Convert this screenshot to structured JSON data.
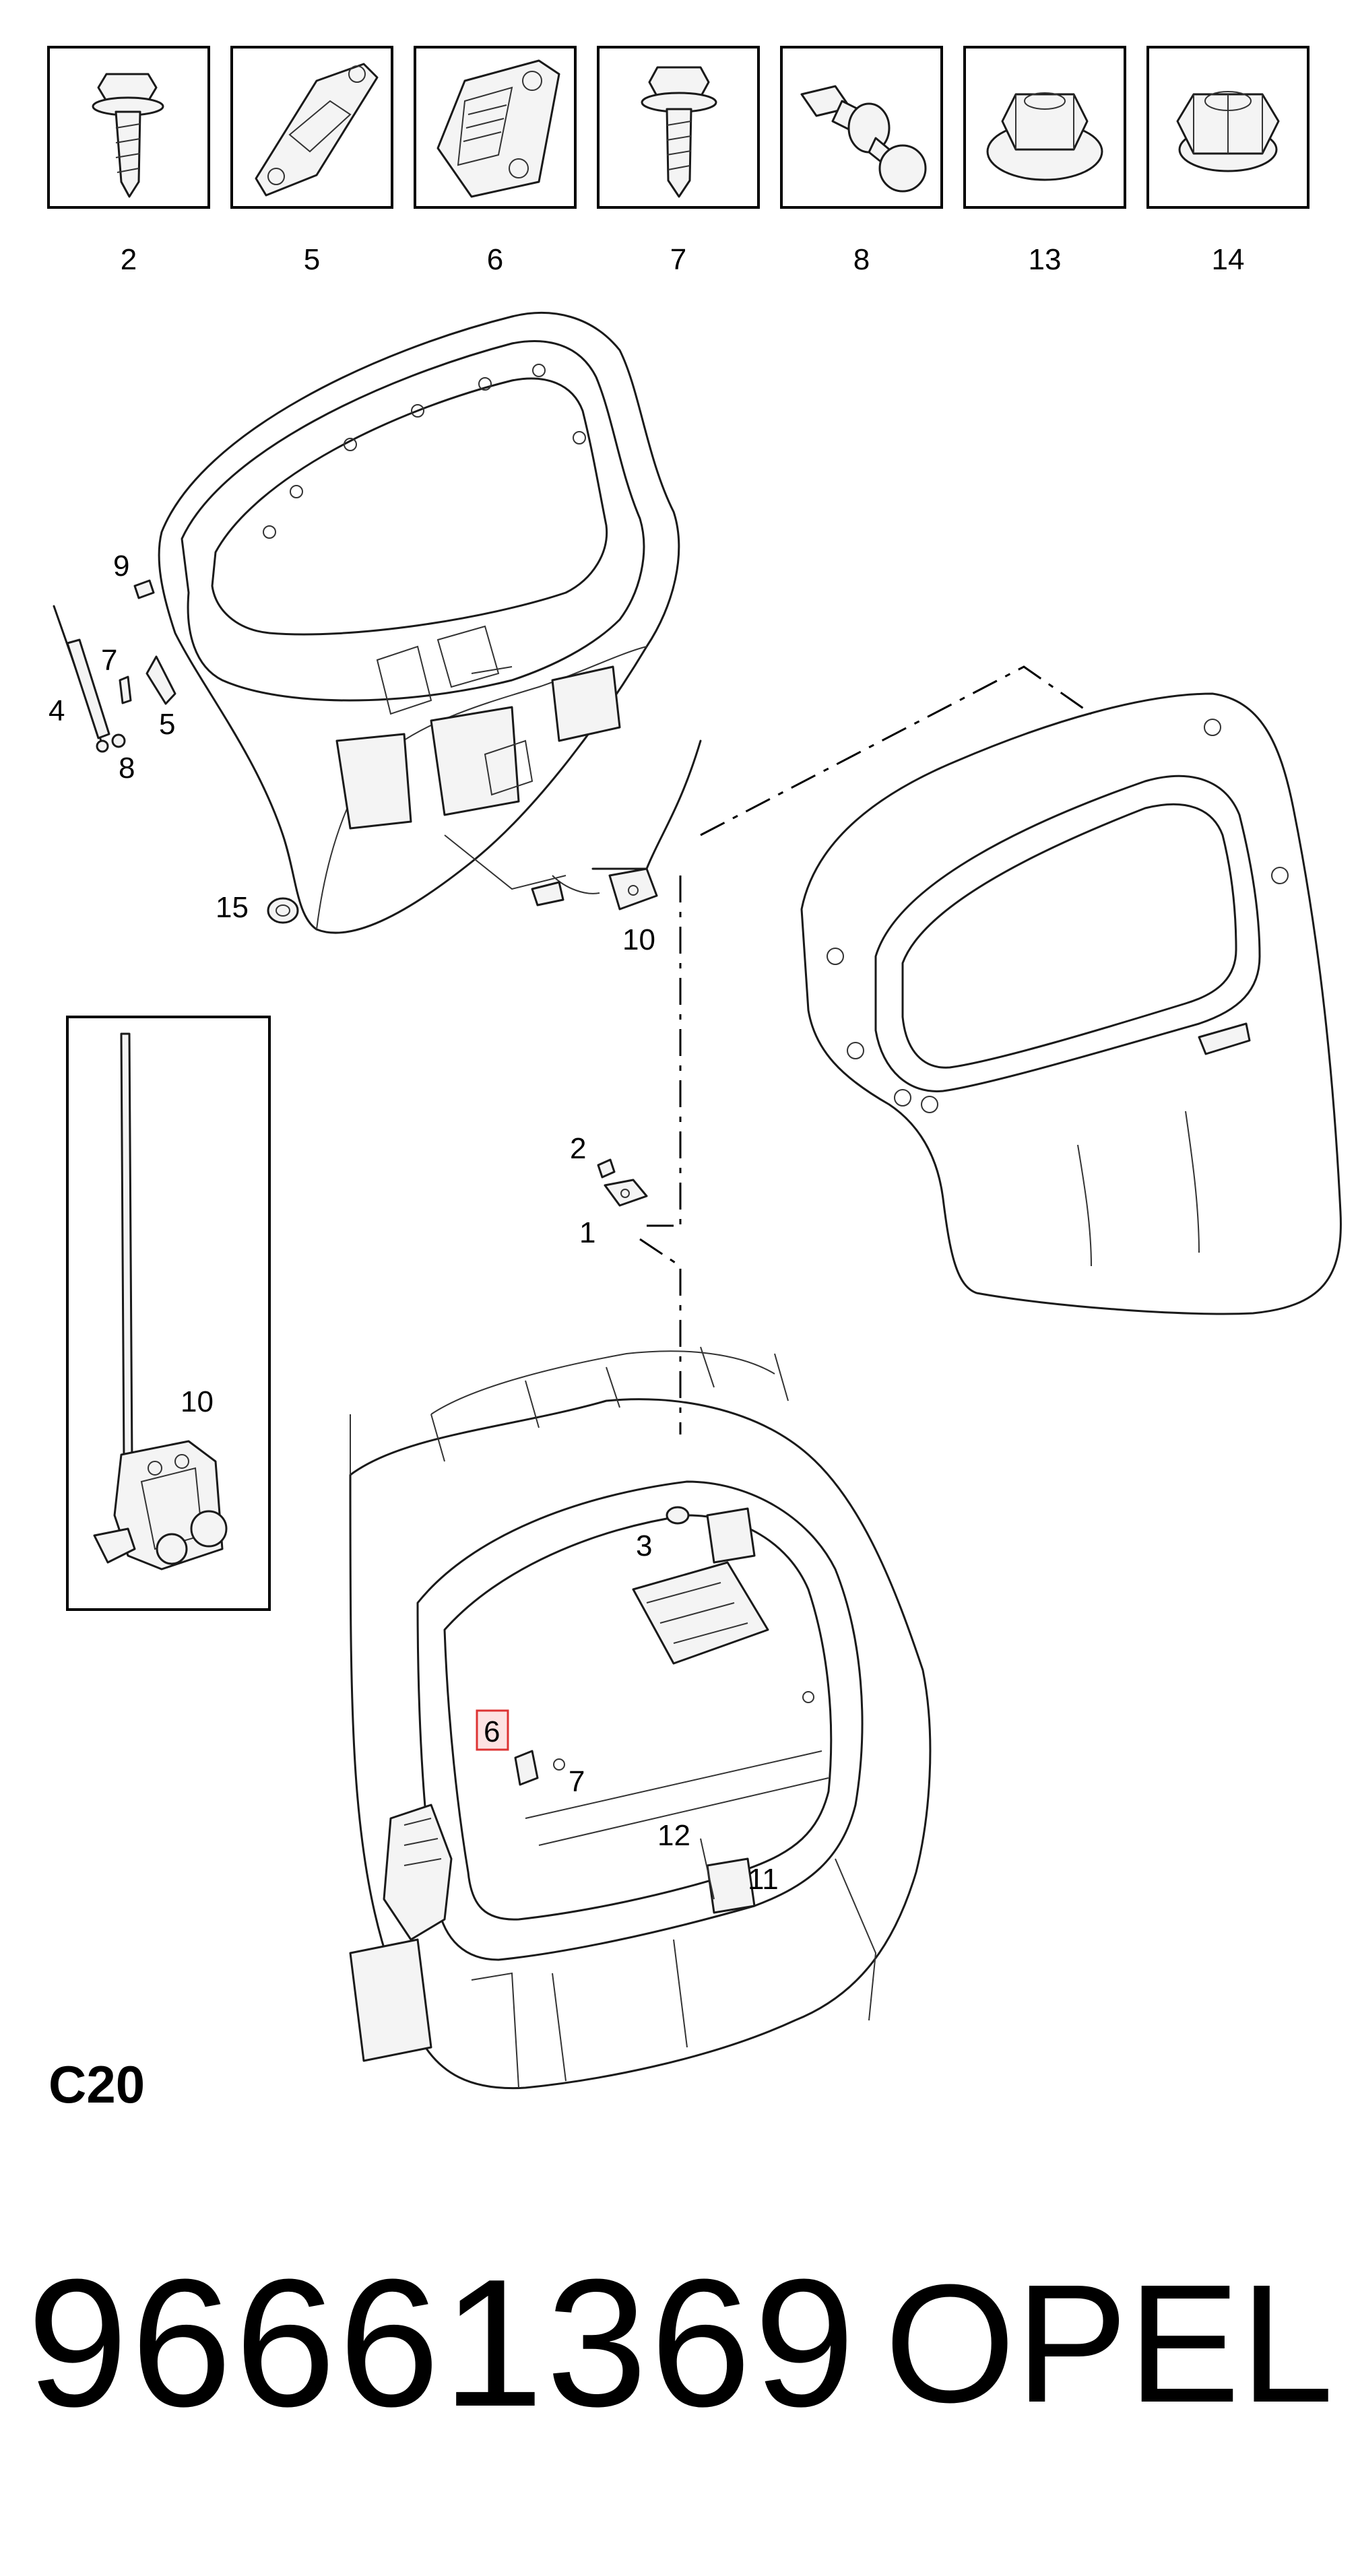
{
  "parts_legend": {
    "items": [
      {
        "label": "2",
        "icon": "flange-bolt-icon"
      },
      {
        "label": "5",
        "icon": "bracket-plate-icon"
      },
      {
        "label": "6",
        "icon": "striker-plate-icon"
      },
      {
        "label": "7",
        "icon": "flange-bolt-icon"
      },
      {
        "label": "8",
        "icon": "ball-stud-icon"
      },
      {
        "label": "13",
        "icon": "flange-nut-icon"
      },
      {
        "label": "14",
        "icon": "hex-nut-icon"
      }
    ]
  },
  "callouts": {
    "c9": "9",
    "c4": "4",
    "c7a": "7",
    "c5": "5",
    "c8": "8",
    "c15": "15",
    "c10a": "10",
    "c2": "2",
    "c1": "1",
    "c10b": "10",
    "c3": "3",
    "c6": "6",
    "c7b": "7",
    "c12": "12",
    "c11": "11"
  },
  "section_code": "C20",
  "footer": {
    "part_number": "96661369",
    "brand": "OPEL"
  },
  "colors": {
    "highlight_fill": "#fde3e3",
    "highlight_stroke": "#d33333"
  }
}
